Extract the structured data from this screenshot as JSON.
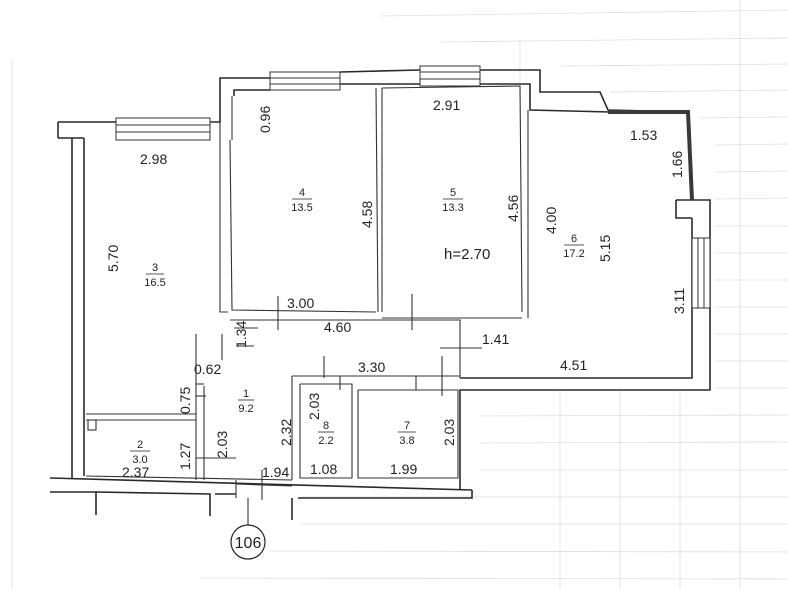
{
  "colors": {
    "wall": "#2a2a2a",
    "balcony": "#3a3a3a",
    "grid": "#d9dde3"
  },
  "height_label": "h=2.70",
  "plan_number": "106",
  "rooms": [
    {
      "id": "3",
      "number": "3",
      "area": "16.5"
    },
    {
      "id": "4",
      "number": "4",
      "area": "13.5"
    },
    {
      "id": "5",
      "number": "5",
      "area": "13.3"
    },
    {
      "id": "6",
      "number": "6",
      "area": "17.2"
    },
    {
      "id": "1",
      "number": "1",
      "area": "9.2"
    },
    {
      "id": "2",
      "number": "2",
      "area": "3.0"
    },
    {
      "id": "8",
      "number": "8",
      "area": "2.2"
    },
    {
      "id": "7",
      "number": "7",
      "area": "3.8"
    }
  ],
  "dimensions": [
    {
      "id": "d298",
      "value": "2.98"
    },
    {
      "id": "d570",
      "value": "5.70"
    },
    {
      "id": "d096",
      "value": "0.96"
    },
    {
      "id": "d458",
      "value": "4.58"
    },
    {
      "id": "d300",
      "value": "3.00"
    },
    {
      "id": "d291",
      "value": "2.91"
    },
    {
      "id": "d456",
      "value": "4.56"
    },
    {
      "id": "d400",
      "value": "4.00"
    },
    {
      "id": "d153",
      "value": "1.53"
    },
    {
      "id": "d166",
      "value": "1.66"
    },
    {
      "id": "d515",
      "value": "5.15"
    },
    {
      "id": "d311",
      "value": "3.11"
    },
    {
      "id": "d134",
      "value": "1.34"
    },
    {
      "id": "d460",
      "value": "4.60"
    },
    {
      "id": "d141",
      "value": "1.41"
    },
    {
      "id": "d330",
      "value": "3.30"
    },
    {
      "id": "d451",
      "value": "4.51"
    },
    {
      "id": "d062",
      "value": "0.62"
    },
    {
      "id": "d075",
      "value": "0.75"
    },
    {
      "id": "d203a",
      "value": "2.03"
    },
    {
      "id": "d232",
      "value": "2.32"
    },
    {
      "id": "d203b",
      "value": "2.03"
    },
    {
      "id": "d203c",
      "value": "2.03"
    },
    {
      "id": "d127",
      "value": "1.27"
    },
    {
      "id": "d237",
      "value": "2.37"
    },
    {
      "id": "d194",
      "value": "1.94"
    },
    {
      "id": "d108",
      "value": "1.08"
    },
    {
      "id": "d199",
      "value": "1.99"
    }
  ]
}
